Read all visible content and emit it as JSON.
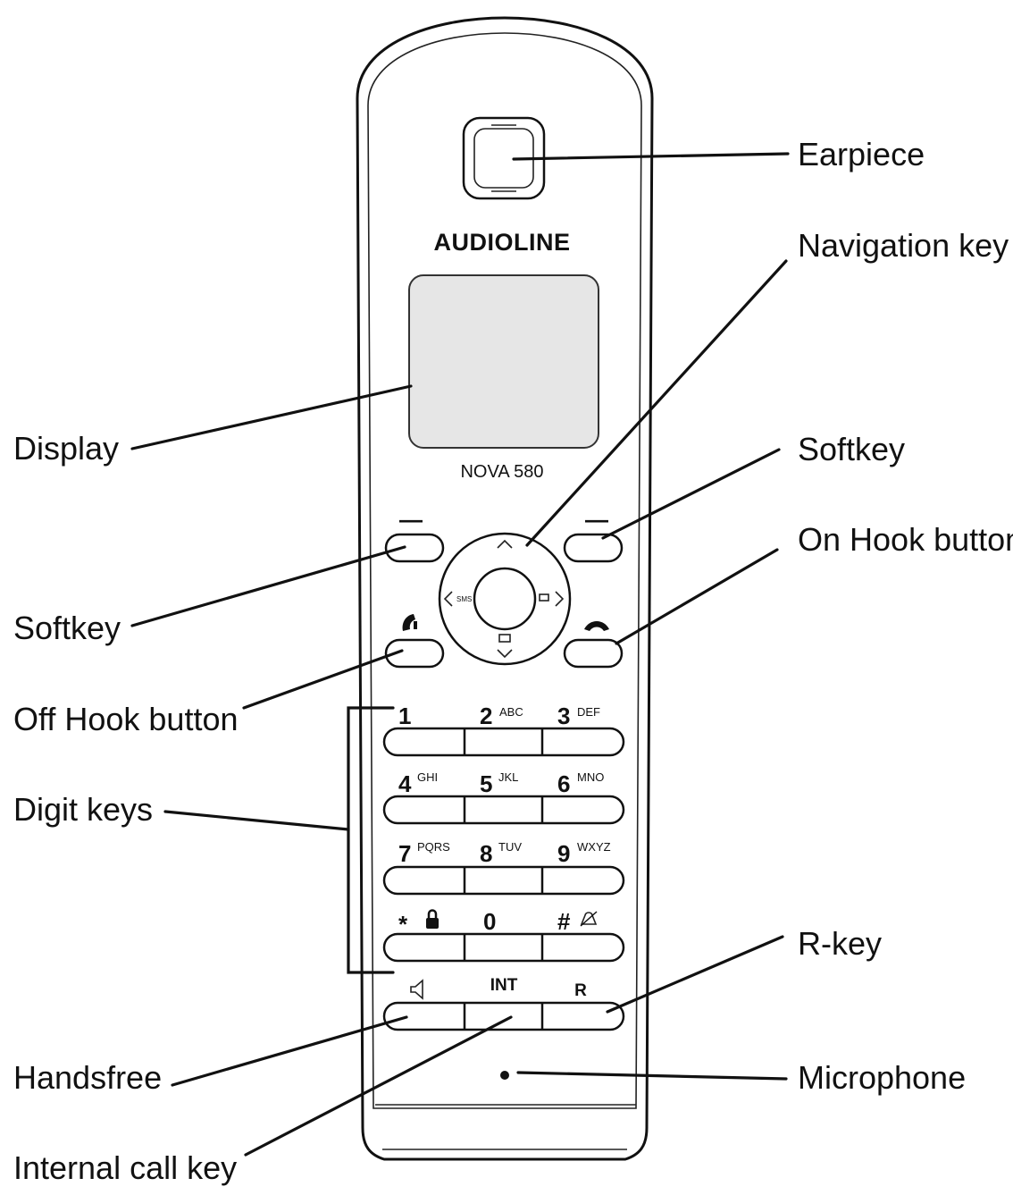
{
  "phone": {
    "brand": "AUDIOLINE",
    "model": "NOVA 580"
  },
  "keys": {
    "digits": [
      {
        "digit": "1",
        "letters": ""
      },
      {
        "digit": "2",
        "letters": "ABC"
      },
      {
        "digit": "3",
        "letters": "DEF"
      },
      {
        "digit": "4",
        "letters": "GHI"
      },
      {
        "digit": "5",
        "letters": "JKL"
      },
      {
        "digit": "6",
        "letters": "MNO"
      },
      {
        "digit": "7",
        "letters": "PQRS"
      },
      {
        "digit": "8",
        "letters": "TUV"
      },
      {
        "digit": "9",
        "letters": "WXYZ"
      },
      {
        "digit": "*",
        "letters": ""
      },
      {
        "digit": "0",
        "letters": ""
      },
      {
        "digit": "#",
        "letters": ""
      }
    ],
    "int_label": "INT",
    "r_label": "R",
    "nav_left": "SMS",
    "softkey_mark": "—"
  },
  "callouts": {
    "earpiece": "Earpiece",
    "navigation_key": "Navigation key",
    "display": "Display",
    "softkey_right": "Softkey",
    "on_hook": "On Hook button",
    "softkey_left": "Softkey",
    "off_hook": "Off Hook button",
    "digit_keys": "Digit keys",
    "r_key": "R-key",
    "handsfree": "Handsfree",
    "microphone": "Microphone",
    "internal_call": "Internal call key"
  },
  "icons": {
    "softkey": "dash-icon",
    "off_hook": "handset-lift-icon",
    "on_hook": "handset-hangup-icon",
    "lock": "lock-icon",
    "mute_bell": "bell-off-icon",
    "speaker": "speaker-icon",
    "nav_up": "chevron-up-icon",
    "nav_down": "chevron-down-icon",
    "nav_left": "chevron-left-icon",
    "nav_right": "chevron-right-icon"
  }
}
